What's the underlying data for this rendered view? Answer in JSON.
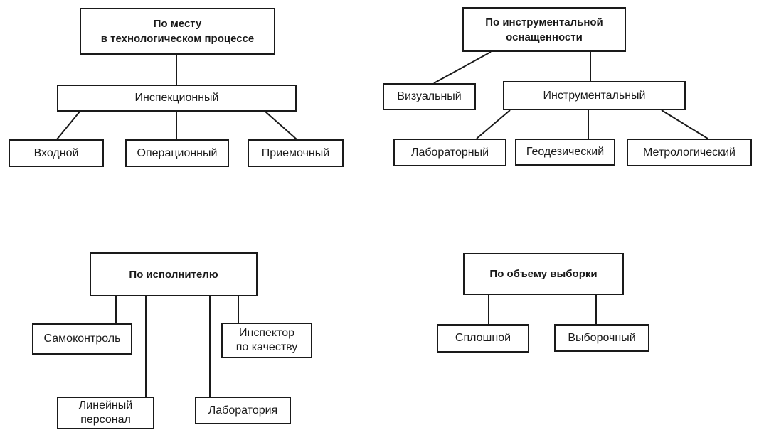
{
  "diagram": {
    "groups": [
      {
        "id": "place",
        "root": "По месту\nв технологическом процессе",
        "middle": "Инспекционный",
        "children": [
          "Входной",
          "Операционный",
          "Приемочный"
        ]
      },
      {
        "id": "tooling",
        "root": "По инструментальной\nоснащенности",
        "children": [
          "Визуальный",
          "Инструментальный"
        ],
        "grandchildren": [
          "Лабораторный",
          "Геодезический",
          "Метрологический"
        ]
      },
      {
        "id": "executor",
        "root": "По исполнителю",
        "children": [
          "Самоконтроль",
          "Инспектор\nпо качеству",
          "Линейный\nперсонал",
          "Лаборатория"
        ]
      },
      {
        "id": "sample",
        "root": "По объему выборки",
        "children": [
          "Сплошной",
          "Выборочный"
        ]
      }
    ]
  }
}
